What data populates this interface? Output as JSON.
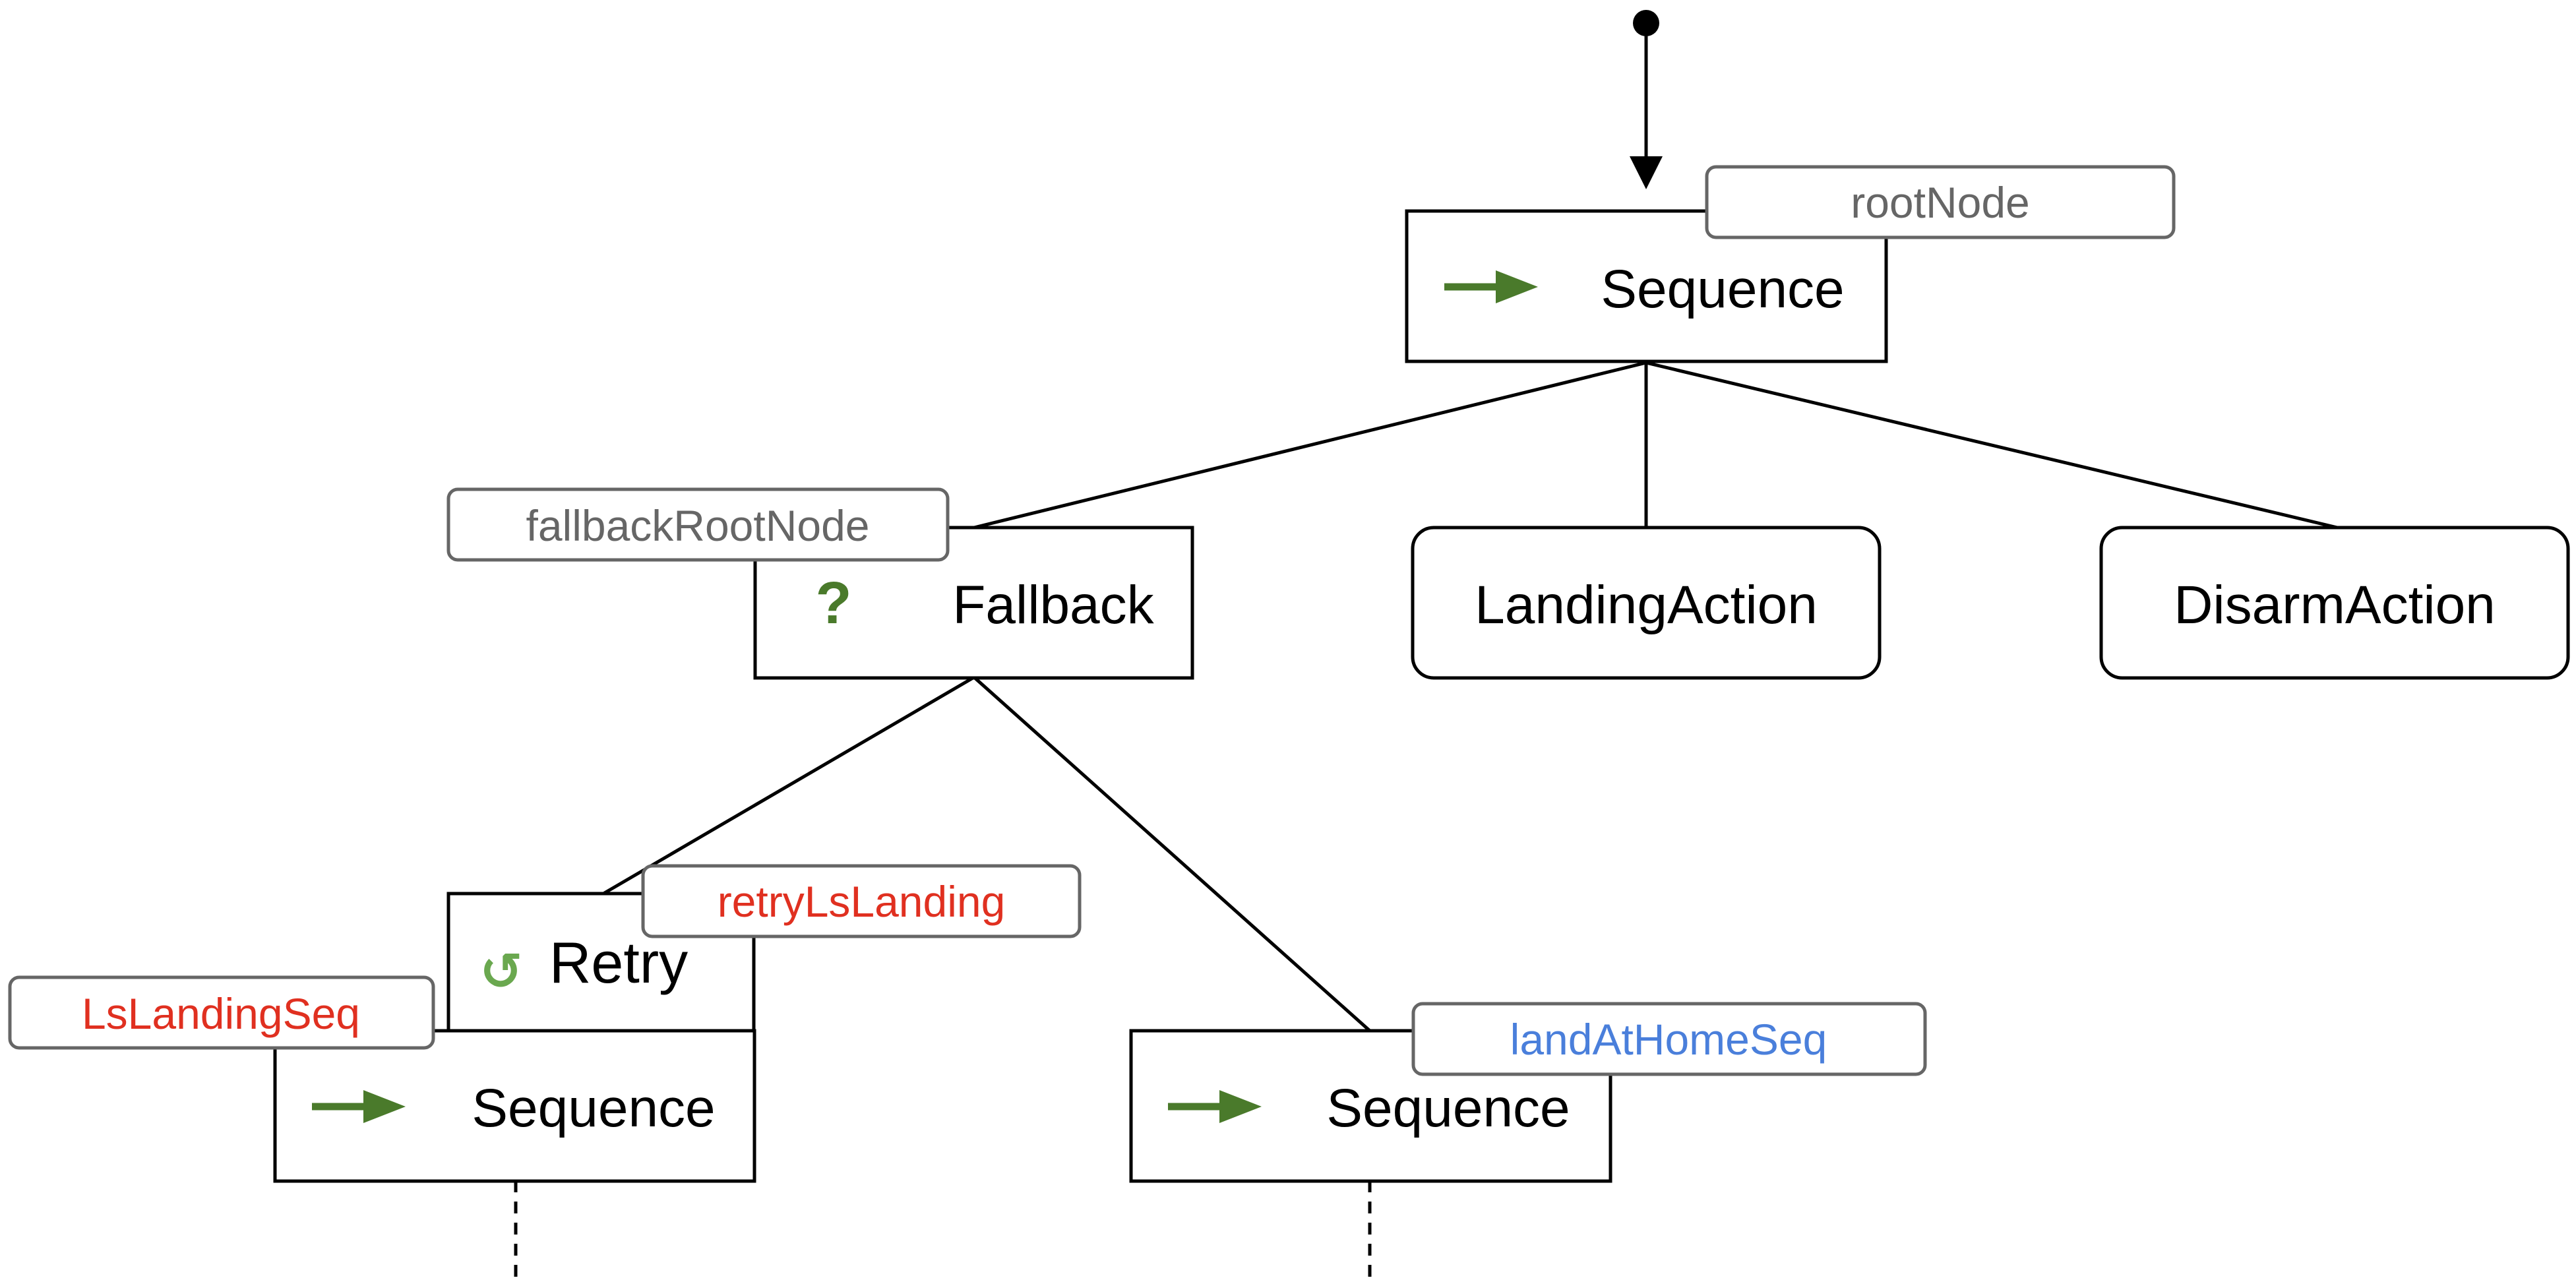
{
  "colors": {
    "icon_green": "#4a7a2b",
    "retry_icon_green": "#6aa84f",
    "tag_gray": "#666666",
    "tag_red": "#e03020",
    "tag_blue": "#4a7fdb",
    "stroke": "#000000"
  },
  "nodes": {
    "root_sequence": {
      "label": "Sequence",
      "icon": "sequence-arrow-icon",
      "tag": "rootNode",
      "tag_color": "#666666"
    },
    "fallback": {
      "label": "Fallback",
      "icon": "fallback-question-icon",
      "icon_glyph": "?",
      "tag": "fallbackRootNode",
      "tag_color": "#666666"
    },
    "landing_action": {
      "label": "LandingAction"
    },
    "disarm_action": {
      "label": "DisarmAction"
    },
    "retry": {
      "label": "Retry",
      "icon": "retry-loop-icon",
      "icon_glyph": "↺",
      "tag": "retryLsLanding",
      "tag_color": "#e03020"
    },
    "ls_sequence": {
      "label": "Sequence",
      "icon": "sequence-arrow-icon",
      "tag": "LsLandingSeq",
      "tag_color": "#e03020"
    },
    "home_sequence": {
      "label": "Sequence",
      "icon": "sequence-arrow-icon",
      "tag": "landAtHomeSeq",
      "tag_color": "#4a7fdb"
    }
  }
}
